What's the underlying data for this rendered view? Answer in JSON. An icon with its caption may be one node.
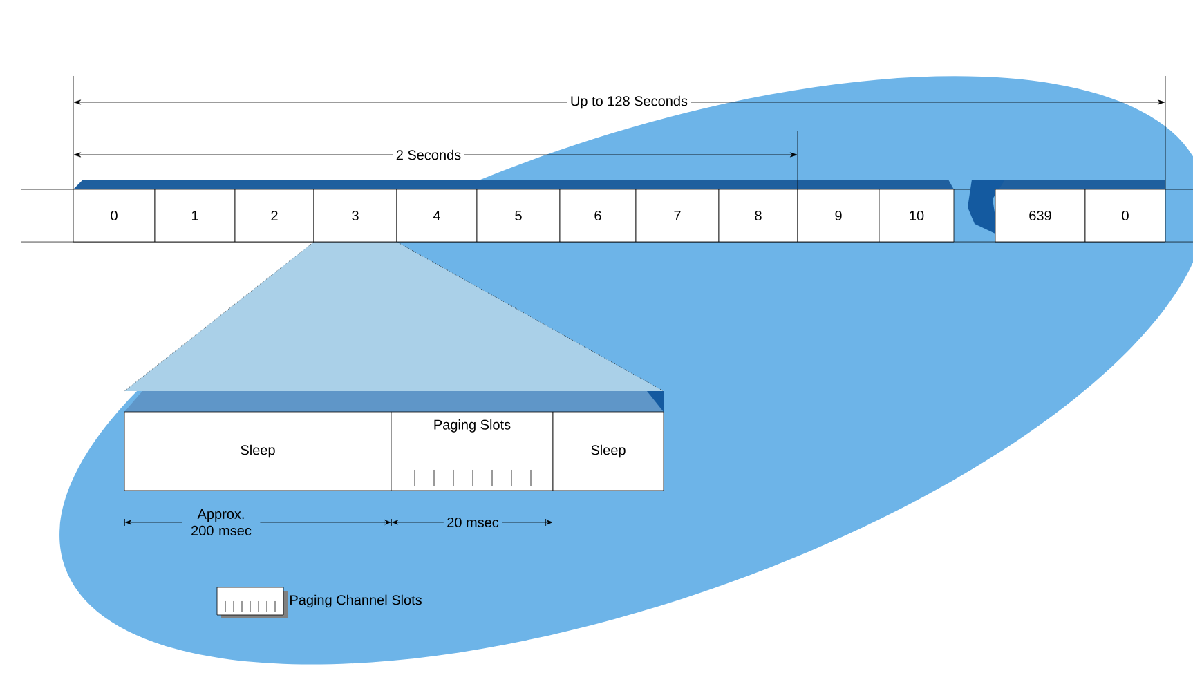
{
  "diagram": {
    "nodes": [
      {
        "text": [
          "0"
        ]
      },
      {
        "text": [
          "1"
        ]
      },
      {
        "text": [
          "2"
        ]
      },
      {
        "text": [
          "3"
        ]
      },
      {
        "text": [
          "4"
        ]
      },
      {
        "text": [
          "5"
        ]
      },
      {
        "text": [
          "6"
        ]
      },
      {
        "text": [
          "7"
        ]
      },
      {
        "text": [
          "8"
        ]
      },
      {
        "text": [
          "9"
        ]
      },
      {
        "text": [
          "10"
        ]
      },
      {
        "text": [
          "639"
        ]
      },
      {
        "text": [
          "0"
        ]
      },
      {
        "text": [
          "Sleep"
        ]
      },
      {
        "text": [
          "Paging Slots"
        ]
      },
      {
        "text": [
          "Sleep"
        ]
      }
    ],
    "edges": [],
    "labels": [
      "Up to 128 Seconds",
      "2 Seconds",
      "Approx. 200 msec",
      "20 msec"
    ],
    "legend": [
      {
        "text": "Paging Channel Slots"
      }
    ]
  }
}
